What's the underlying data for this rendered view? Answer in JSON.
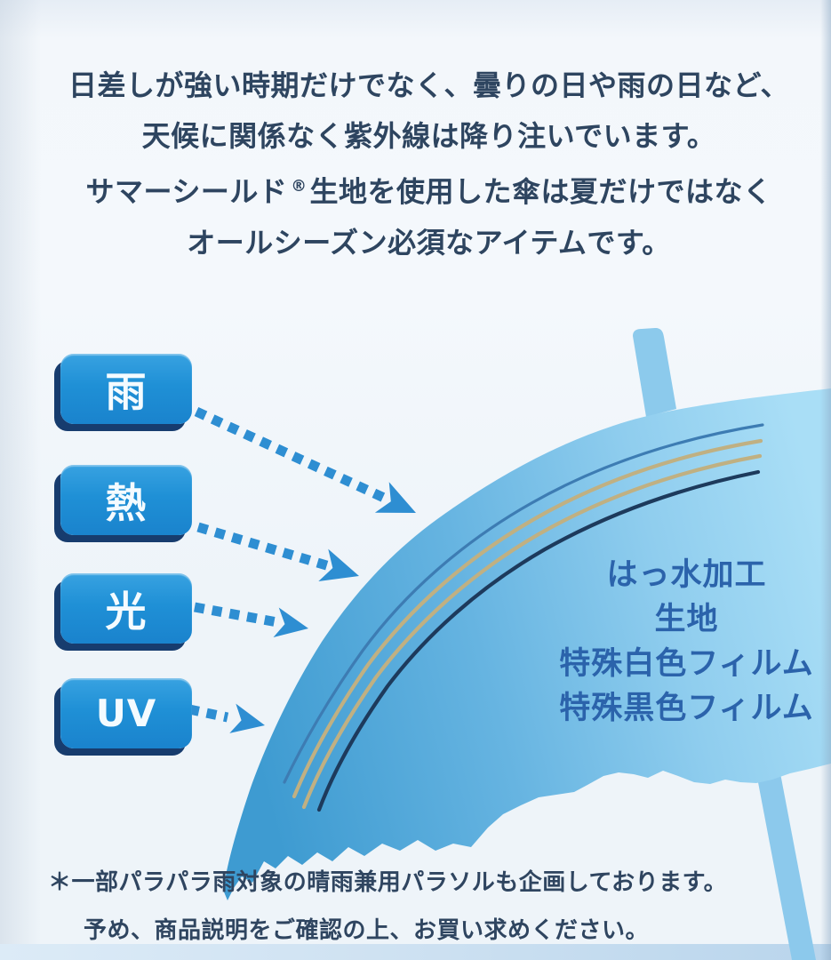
{
  "intro": {
    "line1": "日差しが強い時期だけでなく、曇りの日や雨の日など、",
    "line2": "天候に関係なく紫外線は降り注いでいます。",
    "line3_brand": "サマーシールド",
    "line3_reg": "®",
    "line3_rest": "生地を使用した傘は夏だけではなく",
    "line4": "オールシーズン必須なアイテムです。"
  },
  "feature_buttons": {
    "items": [
      {
        "label": "雨"
      },
      {
        "label": "熱"
      },
      {
        "label": "光"
      },
      {
        "label": "UV"
      }
    ]
  },
  "umbrella_layers": {
    "items": [
      {
        "label": "はっ水加工"
      },
      {
        "label": "生地"
      },
      {
        "label": "特殊白色フィルム"
      },
      {
        "label": "特殊黒色フィルム"
      }
    ]
  },
  "footnote": {
    "line1": "＊一部パラパラ雨対象の晴雨兼用パラソルも企画しております。",
    "line2": "予め、商品説明をご確認の上、お買い求めください。"
  },
  "icons": {
    "arrow": "dotted-arrow-right-icon"
  },
  "colors": {
    "background": "#f3f7fb",
    "intro_text": "#2e4560",
    "layer_label_text": "#2b63ab",
    "footnote_text": "#2f4560",
    "button_face": "#1f90d6",
    "button_shadow": "#173c6e",
    "button_text": "#ffffff",
    "arrow_dotted": "#2e8ed2",
    "canopy_dark": "#3e9bd1",
    "canopy_light": "#a9def6",
    "layer_line_blue": "#3d7cb3",
    "layer_line_gold": "#c0b082",
    "layer_line_navy": "#1d3a5c",
    "bottom_band": "#c3daee"
  }
}
